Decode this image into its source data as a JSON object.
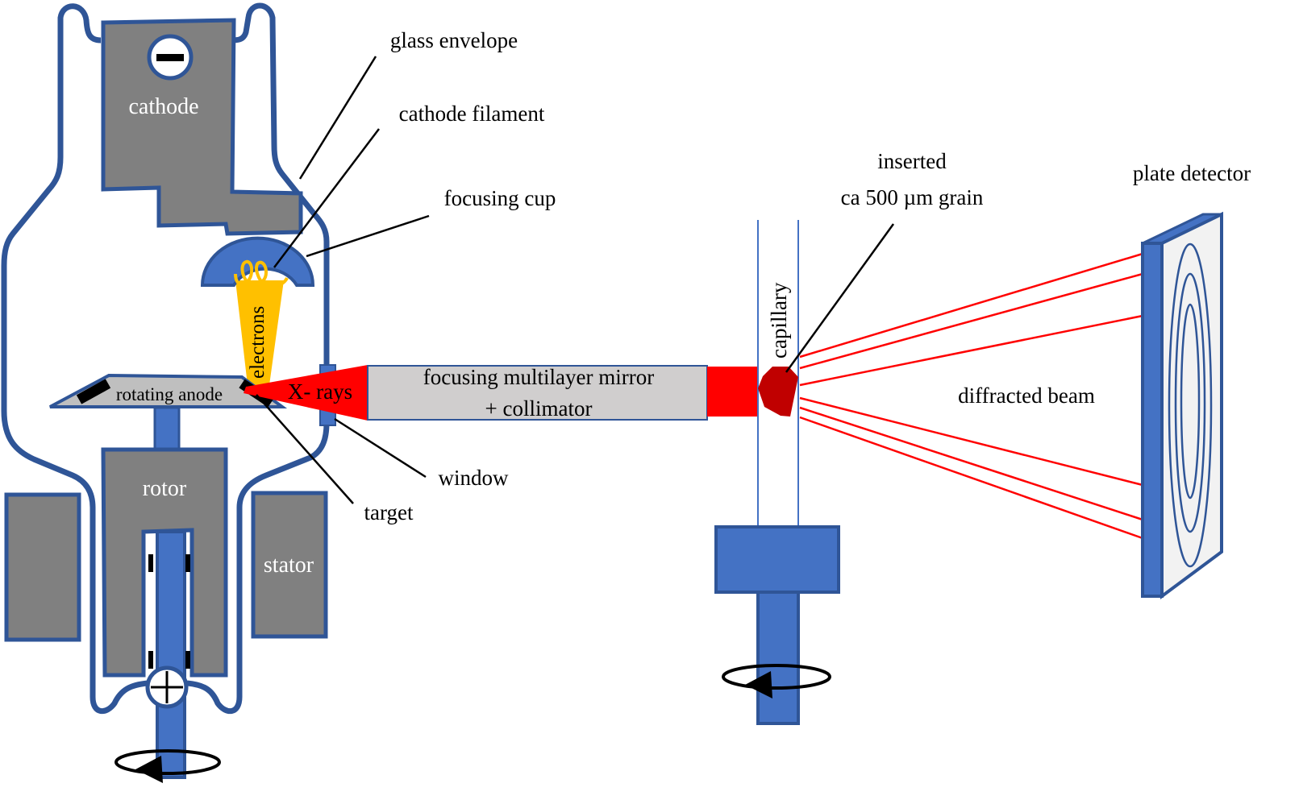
{
  "labels": {
    "glass_envelope": "glass envelope",
    "cathode_filament": "cathode filament",
    "focusing_cup": "focusing cup",
    "cathode": "cathode",
    "electrons": "electrons",
    "rotating_anode": "rotating anode",
    "xrays": "X- rays",
    "mirror_line1": "focusing multilayer mirror",
    "mirror_line2": "+ collimator",
    "window": "window",
    "target": "target",
    "rotor": "rotor",
    "stator": "stator",
    "capillary": "capillary",
    "grain_line1": "inserted",
    "grain_line2": "ca 500 µm grain",
    "diffracted_beam": "diffracted beam",
    "plate_detector": "plate detector"
  },
  "colors": {
    "blue_fill": "#4472C4",
    "blue_stroke": "#2F5597",
    "grey": "#808080",
    "light_grey": "#BFBFBF",
    "mirror_grey": "#D0CECE",
    "xray_red": "#FF0000",
    "grain_red": "#C00000",
    "electron_yellow": "#FFC000",
    "detector_face": "#F2F2F2"
  },
  "icons": {
    "cathode_terminal": "minus-sign",
    "anode_terminal": "plus-sign",
    "rotation": "rotation-arrow"
  }
}
